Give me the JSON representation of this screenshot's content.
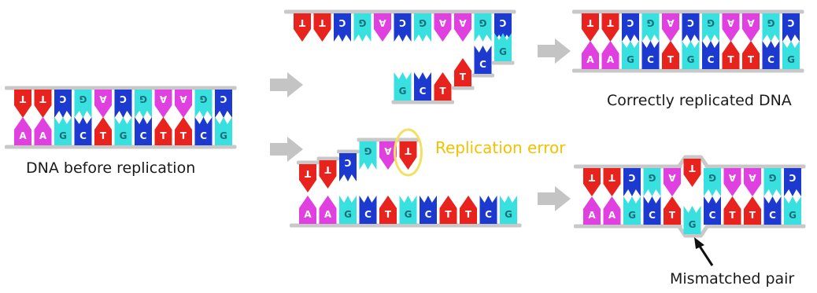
{
  "captions": {
    "before": "DNA before replication",
    "correct": "Correctly replicated DNA",
    "error": "Replication error",
    "mismatch": "Mismatched pair"
  },
  "sequences": {
    "template_top": [
      "T",
      "T",
      "C",
      "G",
      "A",
      "C",
      "G",
      "A",
      "A",
      "G",
      "C"
    ],
    "complement_bottom": [
      "A",
      "A",
      "G",
      "C",
      "T",
      "G",
      "C",
      "T",
      "T",
      "C",
      "G"
    ],
    "error_bottom_strand": [
      "A",
      "A",
      "G",
      "C",
      "T",
      "G",
      "C",
      "T",
      "T",
      "C",
      "G"
    ],
    "error_new_top": [
      "T",
      "T",
      "C",
      "G",
      "A",
      "T"
    ],
    "mismatch_top": [
      "T",
      "T",
      "C",
      "G",
      "A",
      "T",
      "G",
      "A",
      "A",
      "G",
      "C"
    ]
  },
  "colors": {
    "A": "#e040e0",
    "T": "#e8221c",
    "G": "#39e0e0",
    "C": "#1c3acf",
    "backbone": "#c8c8c8",
    "arrow": "#c4c4c4",
    "error_highlight": "#f2e060",
    "error_text": "#f2c200"
  }
}
